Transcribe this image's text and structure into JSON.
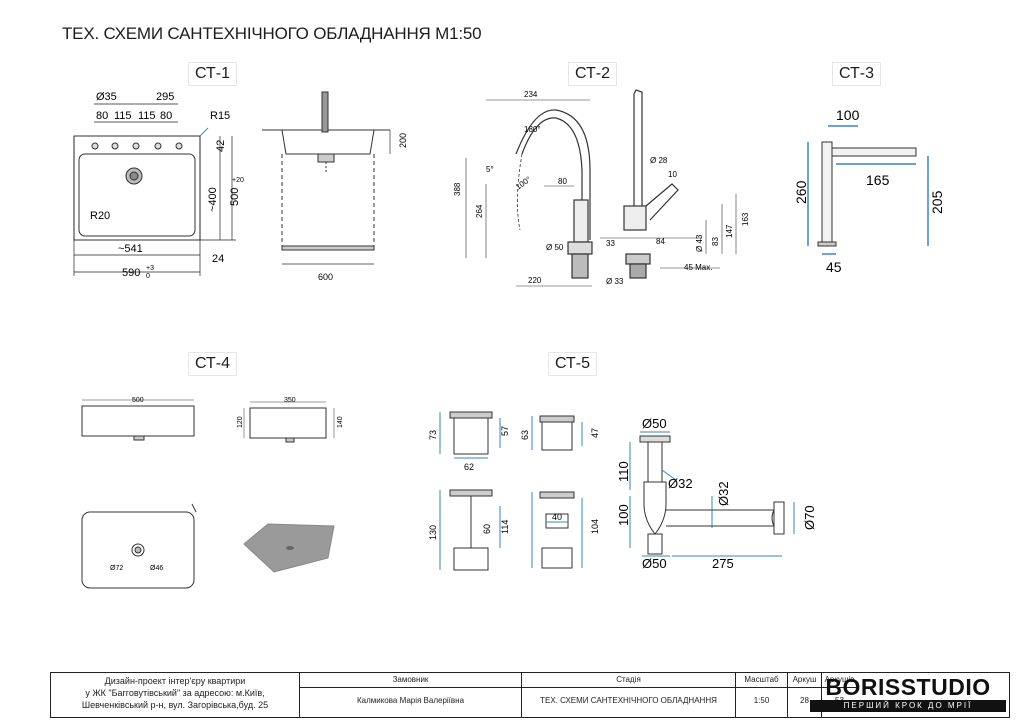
{
  "sheet_title": "ТЕХ. СХЕМИ САНТЕХНІЧНОГО ОБЛАДНАННЯ М1:50",
  "labels": {
    "ct1": "СТ-1",
    "ct2": "СТ-2",
    "ct3": "СТ-3",
    "ct4": "СТ-4",
    "ct5": "СТ-5"
  },
  "ct1": {
    "d35": "Ø35",
    "w295": "295",
    "d80a": "80",
    "d115a": "115",
    "d115b": "115",
    "d80b": "80",
    "r15": "R15",
    "d42": "42",
    "d400": "~400",
    "d500": "500",
    "d500tol": "+2",
    "d500tol0": "0",
    "r20": "R20",
    "d541": "~541",
    "d24": "24",
    "d590": "590",
    "d590tol": "+3",
    "d590tol0": "0",
    "d200": "200",
    "d600": "600"
  },
  "ct2": {
    "d234": "234",
    "d180": "180°",
    "d5": "5°",
    "d100deg": "100°",
    "d80": "80",
    "d388": "388",
    "d264": "264",
    "d50": "Ø 50",
    "d220": "220",
    "d28": "Ø 28",
    "d10": "10",
    "d33a": "33",
    "d84": "84",
    "d43": "Ø 43",
    "d83": "83",
    "d147": "147",
    "d163": "163",
    "d45max": "45 Max.",
    "d33b": "Ø 33"
  },
  "ct3": {
    "d100": "100",
    "d260": "260",
    "d165": "165",
    "d205": "205",
    "d45": "45"
  },
  "ct4": {
    "d500": "500",
    "d350": "350",
    "d120": "120",
    "d140": "140",
    "d72": "Ø72",
    "d46": "Ø46"
  },
  "ct5": {
    "d73": "73",
    "d57": "57",
    "d62": "62",
    "d63": "63",
    "d47": "47",
    "d130": "130",
    "d60": "60",
    "d114": "114",
    "d40": "40",
    "d104": "104",
    "d50a": "Ø50",
    "d110": "110",
    "d32a": "Ø32",
    "d32b": "Ø32",
    "d100": "100",
    "d70": "Ø70",
    "d50b": "Ø50",
    "d275": "275"
  },
  "title_block": {
    "project_line1": "Дизайн-проект інтер'єру квартири",
    "project_line2": "у ЖК \"Багговутівський\" за адресою: м.Київ,",
    "project_line3": "Шевченківський р-н, вул. Загорівська,буд. 25",
    "customer_header": "Замовник",
    "customer_value": "Калмикова Марія Валеріївна",
    "stage_header": "Стадія",
    "stage_value": "ТЕХ. СХЕМИ САНТЕХНІЧНОГО ОБЛАДНАННЯ",
    "scale_header": "Масштаб",
    "scale_value": "1:50",
    "sheet_header": "Аркуш",
    "sheet_value": "28",
    "sheets_header": "Аркушів",
    "sheets_value": "53",
    "logo_main": "BORISSTUDIO",
    "logo_sub": "ПЕРШИЙ КРОК ДО МРІЇ"
  }
}
